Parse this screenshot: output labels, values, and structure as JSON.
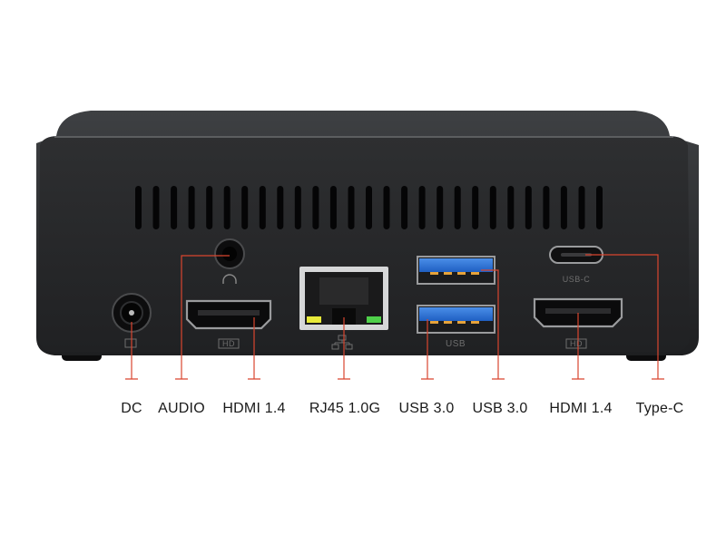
{
  "device": {
    "body_color": "#2a2b2d",
    "callout_color": "#d9452f"
  },
  "ports": [
    {
      "id": "dc",
      "label": "DC",
      "icon": "power-icon"
    },
    {
      "id": "audio",
      "label": "AUDIO",
      "icon": "headphone-icon"
    },
    {
      "id": "hdmi1",
      "label": "HDMI 1.4",
      "icon": "hdmi-icon",
      "mark": "HD"
    },
    {
      "id": "rj45",
      "label": "RJ45 1.0G",
      "icon": "network-icon"
    },
    {
      "id": "usb1",
      "label": "USB 3.0",
      "icon": "usb-icon"
    },
    {
      "id": "usb2",
      "label": "USB 3.0",
      "icon": "usb-icon",
      "mark": "USB"
    },
    {
      "id": "hdmi2",
      "label": "HDMI 1.4",
      "icon": "hdmi-icon",
      "mark": "HD"
    },
    {
      "id": "typec",
      "label": "Type-C",
      "icon": "usb-c-icon",
      "mark": "USB-C"
    }
  ]
}
